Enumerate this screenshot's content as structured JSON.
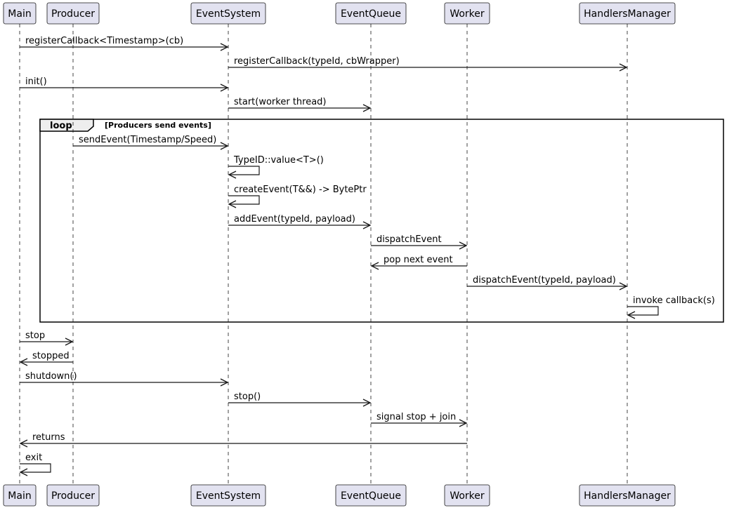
{
  "diagram": {
    "type": "sequence",
    "colors": {
      "participant_fill": "#e2e2f0",
      "participant_border": "#181818",
      "lifeline": "#181818",
      "arrow": "#181818",
      "loop_tab_fill": "#eeeeee"
    },
    "participants": [
      {
        "id": "Main",
        "label": "Main"
      },
      {
        "id": "Producer",
        "label": "Producer"
      },
      {
        "id": "EventSystem",
        "label": "EventSystem"
      },
      {
        "id": "EventQueue",
        "label": "EventQueue"
      },
      {
        "id": "Worker",
        "label": "Worker"
      },
      {
        "id": "HandlersManager",
        "label": "HandlersManager"
      }
    ],
    "messages": [
      {
        "from": "Main",
        "to": "EventSystem",
        "label": "registerCallback<Timestamp>(cb)"
      },
      {
        "from": "EventSystem",
        "to": "HandlersManager",
        "label": "registerCallback(typeId, cbWrapper)"
      },
      {
        "from": "Main",
        "to": "EventSystem",
        "label": "init()"
      },
      {
        "from": "EventSystem",
        "to": "EventQueue",
        "label": "start(worker thread)"
      },
      {
        "from": "Producer",
        "to": "EventSystem",
        "label": "sendEvent(Timestamp/Speed)"
      },
      {
        "from": "EventSystem",
        "to": "EventSystem",
        "label": "TypeID::value<T>()"
      },
      {
        "from": "EventSystem",
        "to": "EventSystem",
        "label": "createEvent(T&&) -> BytePtr"
      },
      {
        "from": "EventSystem",
        "to": "EventQueue",
        "label": "addEvent(typeId, payload)"
      },
      {
        "from": "EventQueue",
        "to": "Worker",
        "label": "dispatchEvent"
      },
      {
        "from": "Worker",
        "to": "EventQueue",
        "label": "pop next event"
      },
      {
        "from": "Worker",
        "to": "HandlersManager",
        "label": "dispatchEvent(typeId, payload)"
      },
      {
        "from": "HandlersManager",
        "to": "HandlersManager",
        "label": "invoke callback(s)"
      },
      {
        "from": "Main",
        "to": "Producer",
        "label": "stop"
      },
      {
        "from": "Producer",
        "to": "Main",
        "label": "stopped"
      },
      {
        "from": "Main",
        "to": "EventSystem",
        "label": "shutdown()"
      },
      {
        "from": "EventSystem",
        "to": "EventQueue",
        "label": "stop()"
      },
      {
        "from": "EventQueue",
        "to": "Worker",
        "label": "signal stop + join"
      },
      {
        "from": "Worker",
        "to": "Main",
        "label": "returns"
      },
      {
        "from": "Main",
        "to": "Main",
        "label": "exit"
      }
    ],
    "loop": {
      "keyword": "loop",
      "guard": "[Producers send events]",
      "first_message": 4,
      "last_message": 11
    }
  }
}
